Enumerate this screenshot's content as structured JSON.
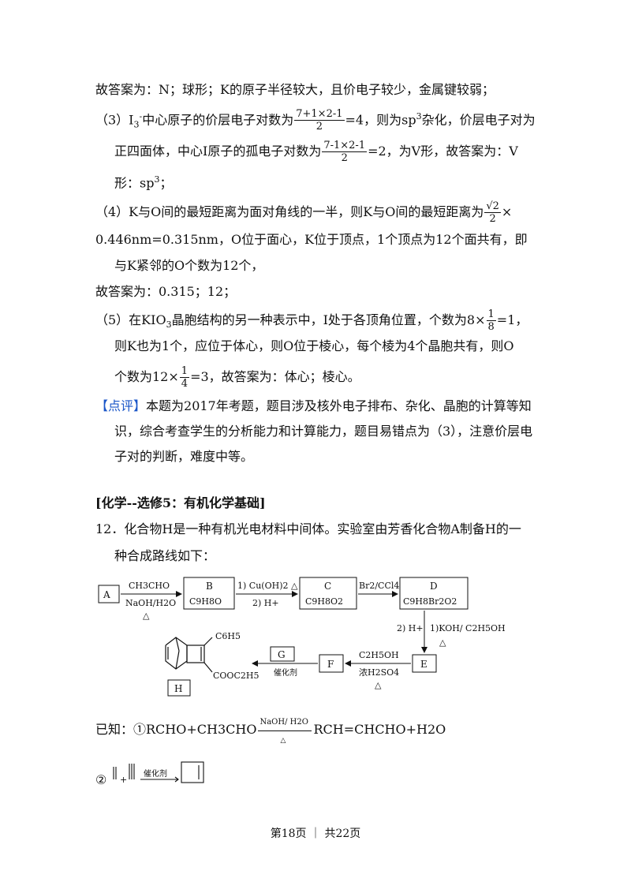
{
  "lines": {
    "l1": "故答案为：N；球形；K的原子半径较大，且价电子较少，金属键较弱；",
    "l2a": "（3）I",
    "l2sub": "3",
    "l2sup": "-",
    "l2b": "中心原子的价层电子对数为",
    "l2fnum": "7+1×2-1",
    "l2fden": "2",
    "l2c": "=4，则为sp",
    "l2sup2": "3",
    "l2d": "杂化，价层电子对为",
    "l3a": "正四面体，中心I原子的孤电子对数为",
    "l3fnum": "7-1×2-1",
    "l3fden": "2",
    "l3b": "=2，为V形，故答案为：V",
    "l4a": "形：sp",
    "l4sup": "3",
    "l4b": "；",
    "l5a": "（4）K与O间的最短距离为面对角线的一半，则K与O间的最短距离为",
    "l5fnum": "√2",
    "l5fden": "2",
    "l5b": "×",
    "l6": "0.446nm=0.315nm，O位于面心，K位于顶点，1个顶点为12个面共有，即",
    "l7": "与K紧邻的O个数为12个，",
    "l8": "故答案为：0.315；12；",
    "l9a": "（5）在KIO",
    "l9sub": "3",
    "l9b": "晶胞结构的另一种表示中，I处于各顶角位置，个数为8×",
    "l9fnum": "1",
    "l9fden": "8",
    "l9c": "=1，",
    "l10": "则K也为1个，应位于体心，则O位于棱心，每个棱为4个晶胞共有，则O",
    "l11a": "个数为12×",
    "l11fnum": "1",
    "l11fden": "4",
    "l11b": "=3，故答案为：体心；棱心。",
    "l12tag": "【点评】",
    "l12": "本题为2017年考题，题目涉及核外电子排布、杂化、晶胞的计算等知",
    "l13": "识，综合考查学生的分析能力和计算能力，题目易错点为（3），注意价层电",
    "l14": "子对的判断，难度中等。",
    "section": "[化学--选修5：有机化学基础]",
    "q1": "12．化合物H是一种有机光电材料中间体。实验室由芳香化合物A制备H的一",
    "q2": "种合成路线如下："
  },
  "scheme": {
    "A": "A",
    "B": "B",
    "B_formula": "C9H8O",
    "C": "C",
    "C_formula": "C9H8O2",
    "D": "D",
    "D_formula": "C9H8Br2O2",
    "E": "E",
    "F": "F",
    "G": "G",
    "H": "H",
    "r1_top": "CH3CHO",
    "r1_bot": "NaOH/H2O",
    "r1_heat": "△",
    "r2_top": "1) Cu(OH)2 △",
    "r2_bot": "2) H+",
    "r3_top": "Br2/CCl4",
    "r4_left": "2) H+",
    "r4_right": "1)KOH/ C2H5OH",
    "r4_heat": "△",
    "r5_top": "C2H5OH",
    "r5_bot": "浓H2SO4",
    "r5_heat": "△",
    "r6_bot": "催化剂",
    "H_sub1": "C6H5",
    "H_sub2": "COOC2H5"
  },
  "known": {
    "label": "已知：①RCHO+CH3CHO",
    "arrow_top": "NaOH/ H2O",
    "arrow_bot": "△",
    "product": "RCH=CHCHO+H2O",
    "item2": "②",
    "plus": "+",
    "cat": "催化剂"
  },
  "footer": "第18页 ｜ 共22页"
}
